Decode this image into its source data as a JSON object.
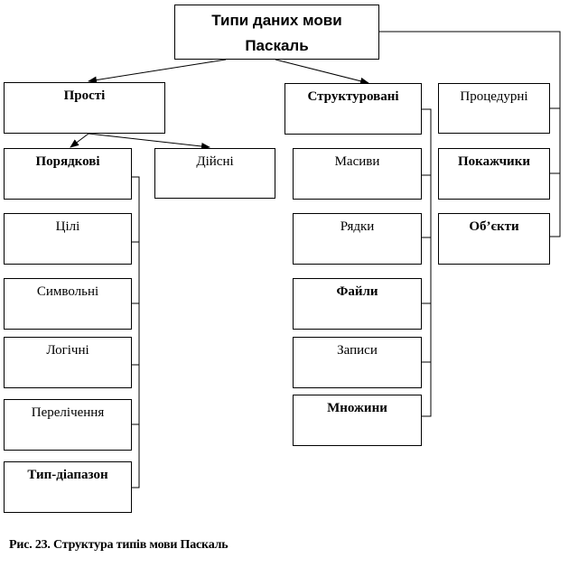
{
  "diagram": {
    "title_line1": "Типи даних мови",
    "title_line2": "Паскаль",
    "simple": "Прості",
    "structured": "Структуровані",
    "procedural": "Процедурні",
    "ordinal": "Порядкові",
    "real": "Дійсні",
    "integer": "Цілі",
    "character": "Символьні",
    "boolean": "Логічні",
    "enumeration": "Перелічення",
    "subrange": "Тип-діапазон",
    "arrays": "Масиви",
    "strings": "Рядки",
    "files": "Файли",
    "records": "Записи",
    "sets": "Множини",
    "pointers": "Покажчики",
    "objects": "Об’єкти",
    "caption": "Рис. 23. Структура типів мови Паскаль"
  }
}
